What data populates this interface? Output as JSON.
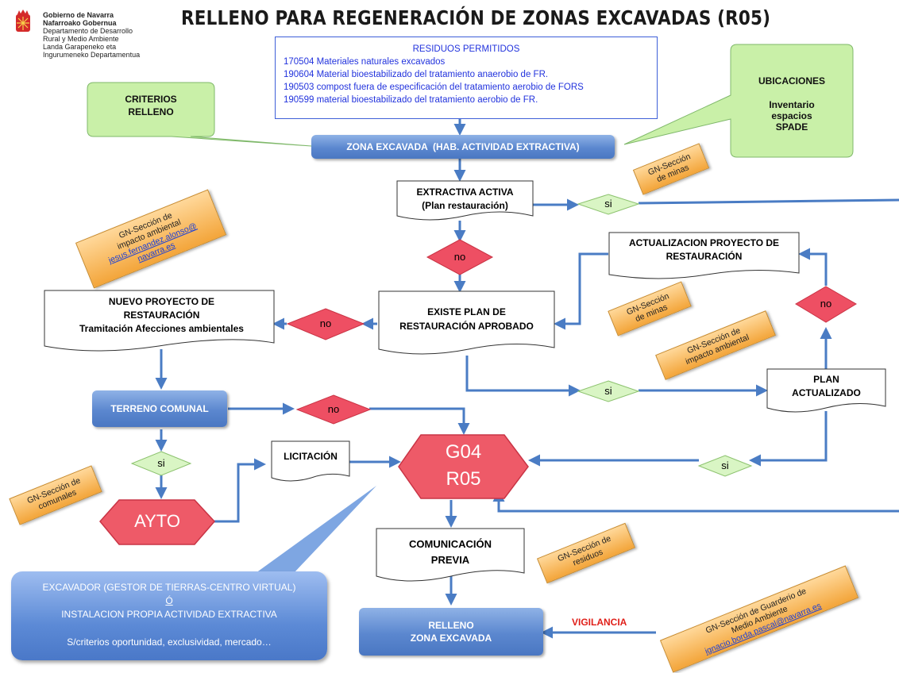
{
  "title": "RELLENO PARA REGENERACIÓN DE ZONAS EXCAVADAS (R05)",
  "logo": {
    "line1": "Gobierno de Navarra",
    "line2": "Nafarroako Gobernua",
    "line3": "Departamento de Desarrollo",
    "line4": "Rural y Medio Ambiente",
    "line5": "Landa Garapeneko eta",
    "line6": "Ingurumeneko Departamentua"
  },
  "residuos": {
    "header": "RESIDUOS PERMITIDOS",
    "items": [
      "170504 Materiales naturales excavados",
      "190604 Material bioestabilizado del tratamiento anaerobio de FR.",
      "190503 compost fuera de especificación del tratamiento aerobio de FORS",
      "190599 material bioestabilizado del tratamiento aerobio de FR."
    ]
  },
  "callouts": {
    "criterios_1": "CRITERIOS",
    "criterios_2": "RELLENO",
    "ubicaciones_1": "UBICACIONES",
    "ubicaciones_2": "Inventario",
    "ubicaciones_3": "espacios",
    "ubicaciones_4": "SPADE"
  },
  "nodes": {
    "zona_excavada": "ZONA EXCAVADA  (HAB. ACTIVIDAD EXTRACTIVA)",
    "extractiva_1": "EXTRACTIVA ACTIVA",
    "extractiva_2": "(Plan restauración)",
    "existe_1": "EXISTE PLAN DE",
    "existe_2": "RESTAURACIÓN APROBADO",
    "nuevo_1": "NUEVO PROYECTO DE",
    "nuevo_2": "RESTAURACIÓN",
    "nuevo_3": "Tramitación Afecciones ambientales",
    "actualizacion_1": "ACTUALIZACION PROYECTO DE",
    "actualizacion_2": "RESTAURACIÓN",
    "plan_act_1": "PLAN",
    "plan_act_2": "ACTUALIZADO",
    "terreno": "TERRENO COMUNAL",
    "licitacion": "LICITACIÓN",
    "g04_1": "G04",
    "g04_2": "R05",
    "ayto": "AYTO",
    "comunicacion_1": "COMUNICACIÓN",
    "comunicacion_2": "PREVIA",
    "relleno_1": "RELLENO",
    "relleno_2": "ZONA EXCAVADA",
    "vigilancia": "VIGILANCIA"
  },
  "decisions": {
    "si": "si",
    "no": "no"
  },
  "excavador": {
    "line1": "EXCAVADOR (GESTOR DE TIERRAS-CENTRO VIRTUAL)",
    "line2": "Ó",
    "line3": "INSTALACION PROPIA ACTIVIDAD EXTRACTIVA",
    "line4": "S/criterios oportunidad, exclusividad, mercado…"
  },
  "tags": {
    "minas_1a": "GN-Sección",
    "minas_1b": "de minas",
    "impacto_1a": "GN-Sección de",
    "impacto_1b": "impacto ambiental",
    "impacto_1c": "jesus.fernandez.alonso@",
    "impacto_1d": "navarra.es",
    "minas_2a": "GN-Sección",
    "minas_2b": "de minas",
    "impacto_2a": "GN-Sección de",
    "impacto_2b": "impacto ambiental",
    "comunales_a": "GN-Sección de",
    "comunales_b": "comunales",
    "residuos_a": "GN-Sección de",
    "residuos_b": "residuos",
    "guarderio_a": "GN-Sección de Guarderio de",
    "guarderio_b": "Medio Ambiente",
    "guarderio_c": "ignacio.borda.pascal@navarra.es"
  },
  "colors": {
    "blue_box": "#5b87cf",
    "decision_no": "#ee4f63",
    "decision_si": "#d9f5c4",
    "callout_green": "#c9f0a8",
    "tag_orange": "#f3a53a",
    "connector": "#4a7cc4"
  }
}
